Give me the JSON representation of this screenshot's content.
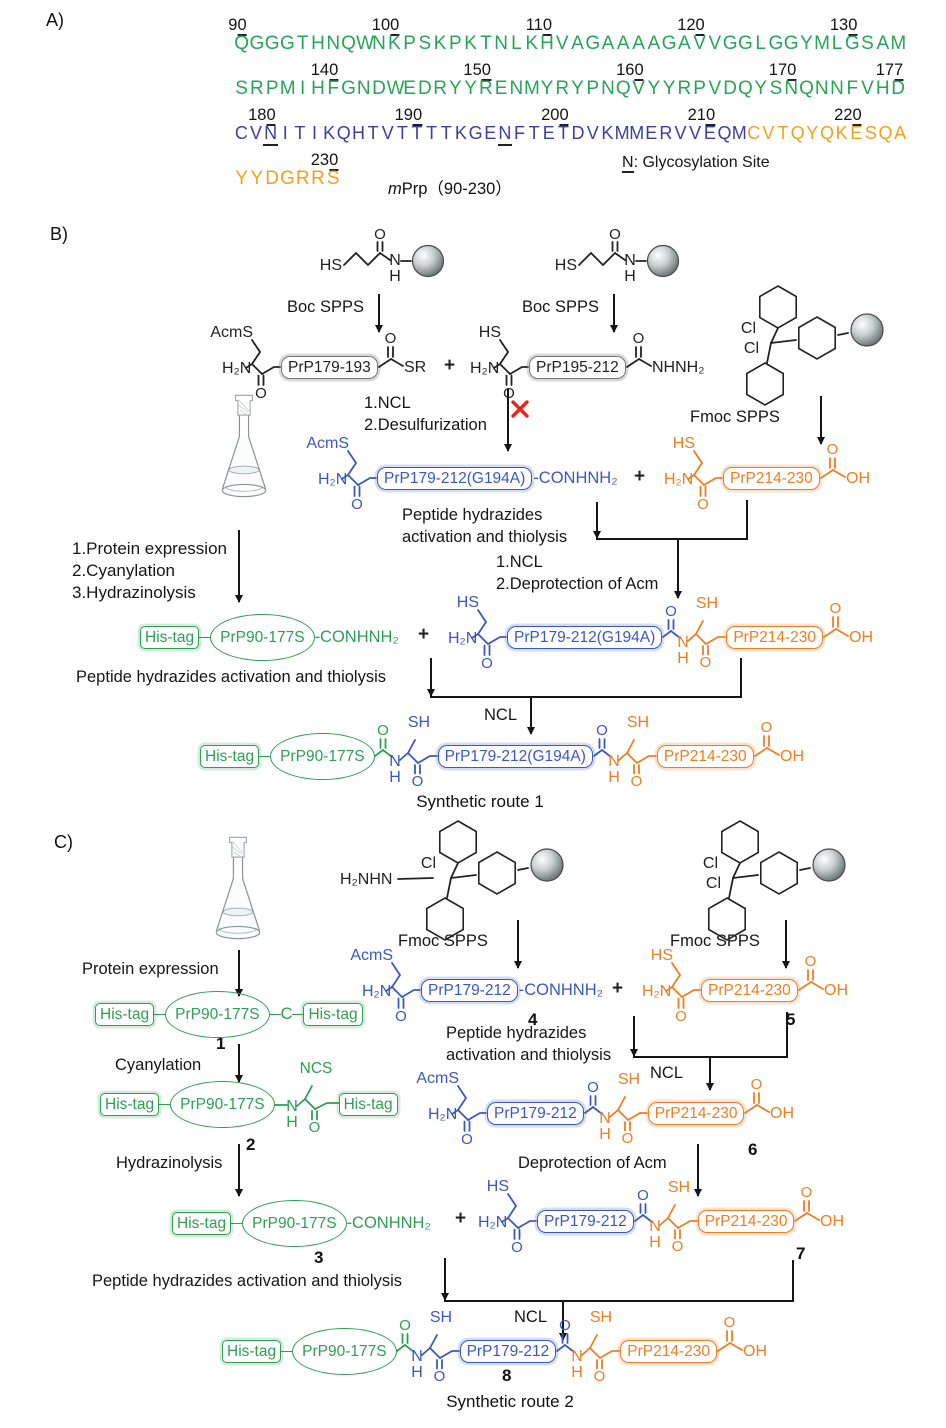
{
  "colors": {
    "seq_green": "#27A457",
    "seq_blue": "#3B3F9D",
    "seq_orange": "#F4A01D",
    "green": "#2F9E53",
    "blue": "#3C57C1",
    "orange": "#EE7D23",
    "black": "#222222",
    "red": "#E6251C"
  },
  "panel_a": {
    "label": "A)",
    "lines": [
      {
        "segments": [
          {
            "text": "QGGGTHNQWNKPSKPKTNLKHVAGAAAAGAVVGGLGGYMLGSAM",
            "color": "seq_green"
          }
        ],
        "markers": [
          {
            "label": "90",
            "index": 0
          },
          {
            "label": "100",
            "index": 10
          },
          {
            "label": "110",
            "index": 20
          },
          {
            "label": "120",
            "index": 30
          },
          {
            "label": "130",
            "index": 40
          }
        ],
        "underline_indices": []
      },
      {
        "segments": [
          {
            "text": "SRPMIHFGNDWEDRYYRENMYRYPNQVYYRPVDQYSNQNNFVHD",
            "color": "seq_green"
          }
        ],
        "markers": [
          {
            "label": "140",
            "index": 6
          },
          {
            "label": "150",
            "index": 16
          },
          {
            "label": "160",
            "index": 26
          },
          {
            "label": "170",
            "index": 36
          },
          {
            "label": "177",
            "index": 43
          }
        ],
        "underline_indices": []
      },
      {
        "segments": [
          {
            "text": "CVNITIKQHTVTTTTKGENFTETDVKMMERVVEQM",
            "color": "seq_blue"
          },
          {
            "text": "CVTQYQKESQA",
            "color": "seq_orange"
          }
        ],
        "markers": [
          {
            "label": "180",
            "index": 2
          },
          {
            "label": "190",
            "index": 12
          },
          {
            "label": "200",
            "index": 22
          },
          {
            "label": "210",
            "index": 32
          },
          {
            "label": "220",
            "index": 42
          }
        ],
        "underline_indices": [
          2,
          18
        ]
      },
      {
        "segments": [
          {
            "text": "YYDGRRS",
            "color": "seq_orange"
          }
        ],
        "markers": [
          {
            "label": "230",
            "index": 6
          }
        ],
        "underline_indices": []
      }
    ],
    "legend": {
      "n": "N",
      "text": ": Glycosylation Site"
    },
    "caption": {
      "italic": "m",
      "text": "Prp（90-230）"
    }
  },
  "panel_b": {
    "label": "B)",
    "boc_spps": "Boc SPPS",
    "fmoc_spps": "Fmoc SPPS",
    "ncl_step": "1.NCL",
    "desulfurization_step": "2.Desulfurization",
    "hydrazides_line1": "Peptide hydrazides",
    "hydrazides_line2": "activation and thiolysis",
    "expression_steps": [
      "1.Protein expression",
      "2.Cyanylation",
      "3.Hydrazinolysis"
    ],
    "ncl1": "1.NCL",
    "deprotection2": "2.Deprotection of Acm",
    "hydrazides_single": "Peptide hydrazides activation and thiolysis",
    "ncl": "NCL",
    "caption": "Synthetic route 1"
  },
  "panel_c": {
    "label": "C)",
    "protein_expression": "Protein expression",
    "fmoc_spps": "Fmoc SPPS",
    "cyanylation": "Cyanylation",
    "hydrazinolysis": "Hydrazinolysis",
    "hydrazides_line1": "Peptide hydrazides",
    "hydrazides_line2": "activation and thiolysis",
    "deprotection": "Deprotection of Acm",
    "hydrazides_single": "Peptide hydrazides activation and thiolysis",
    "ncl": "NCL",
    "caption": "Synthetic route 2",
    "numbers": {
      "c1": "1",
      "c2": "2",
      "c3": "3",
      "c4": "4",
      "c5": "5",
      "c6": "6",
      "c7": "7",
      "c8": "8"
    }
  },
  "glyphs": {
    "hs": "HS",
    "sh": "SH",
    "acms": "AcmS",
    "ncs": "NCS",
    "h2n": "H₂N",
    "o": "O",
    "n": "N",
    "h": "H",
    "sr": "SR",
    "oh": "OH",
    "nhnh2": "NHNH₂",
    "conhnh2": "-CONHNH₂",
    "c": "C",
    "plus": "+",
    "cl": "Cl",
    "h2nhn": "H₂NHN",
    "histag": "His-tag"
  },
  "boxes": {
    "prp179_193": "PrP179-193",
    "prp195_212": "PrP195-212",
    "prp179_212_g194a": "PrP179-212(G194A)",
    "prp214_230": "PrP214-230",
    "prp179_212": "PrP179-212",
    "prp90_177": "PrP90-177S"
  }
}
